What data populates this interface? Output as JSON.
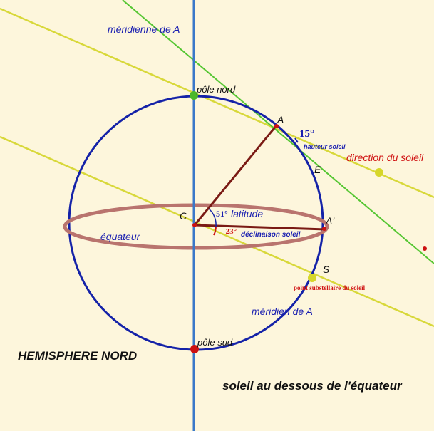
{
  "colors": {
    "background": "#fdf6dc",
    "meridian_line": "#3a78c9",
    "circle": "#1422a8",
    "equator_ring": "#b9746e",
    "sun_lines": "#d8d83a",
    "horizon_line": "#55c632",
    "radius": "#7a1a14",
    "label_blue": "#1a1fb0",
    "label_red": "#d01414",
    "point_green": "#4bb82a",
    "point_red": "#cc1111",
    "point_yellow": "#d6d62a"
  },
  "labels": {
    "meridienne": "méridienne de A",
    "pole_nord": "pôle nord",
    "pole_sud": "pôle sud",
    "point_a": "A",
    "point_a_prime": "A'",
    "point_c": "C",
    "point_e": "E",
    "point_s": "S",
    "angle_hauteur": "15°",
    "hauteur_soleil": "hauteur soleil",
    "direction_soleil": "direction du soleil",
    "angle_latitude": "51°",
    "latitude": "latitude",
    "angle_declinaison": "-23°",
    "declinaison_soleil": "déclinaison soleil",
    "equateur": "équateur",
    "point_substellaire": "point substellaire du soleil",
    "meridien": "méridien de A",
    "hemisphere": "HEMISPHERE NORD",
    "caption": "soleil au dessous de l'équateur"
  }
}
